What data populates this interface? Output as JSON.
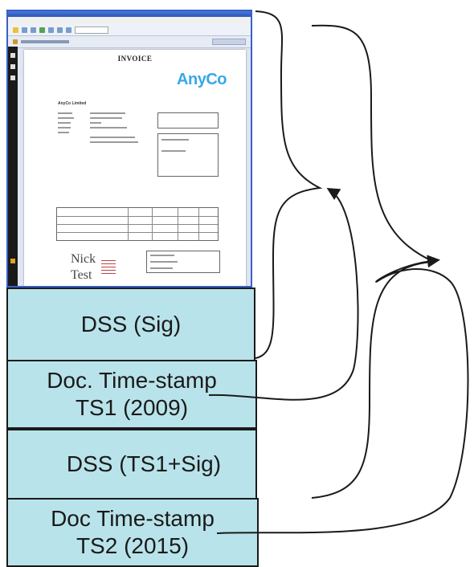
{
  "document": {
    "invoice_title": "INVOICE",
    "logo_text": "AnyCo",
    "company_name": "AnyCo Limited",
    "signature_first": "Nick",
    "signature_last": "Test"
  },
  "layers": [
    {
      "lines": [
        "DSS (Sig)"
      ]
    },
    {
      "lines": [
        "Doc. Time-stamp",
        "TS1 (2009)"
      ]
    },
    {
      "lines": [
        "DSS (TS1+Sig)"
      ]
    },
    {
      "lines": [
        "Doc Time-stamp",
        "TS2 (2015)"
      ]
    }
  ],
  "colors": {
    "layer_fill": "#b9e3ea",
    "layer_border": "#1a1a1a",
    "viewer_border": "#3a5fc8",
    "logo": "#38a8e8",
    "arrow": "#1a1a1a"
  }
}
